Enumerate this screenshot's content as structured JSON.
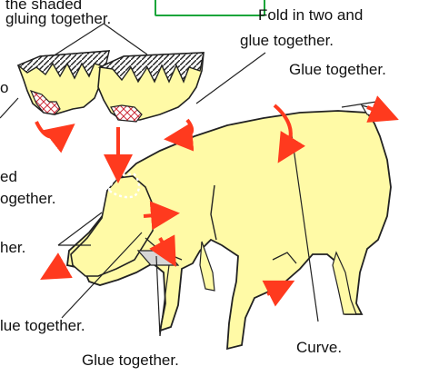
{
  "labels": {
    "top_left_line1": "the shaded",
    "top_left_line2": "gluing together.",
    "left_partial_top": "o",
    "fold": "Fold in two and",
    "fold2": "glue together.",
    "glue_top_right": "Glue together.",
    "left_ed": "ed",
    "left_gether": "ogether.",
    "left_her": "her.",
    "glue_bottom_left": "lue together.",
    "glue_bottom": "Glue together.",
    "curve": "Curve."
  },
  "colors": {
    "fill": "#fffaa6",
    "outline": "#222222",
    "arrow": "#ff3a1e",
    "accent": "#18a53a",
    "hatch": "#cc2d3a"
  }
}
